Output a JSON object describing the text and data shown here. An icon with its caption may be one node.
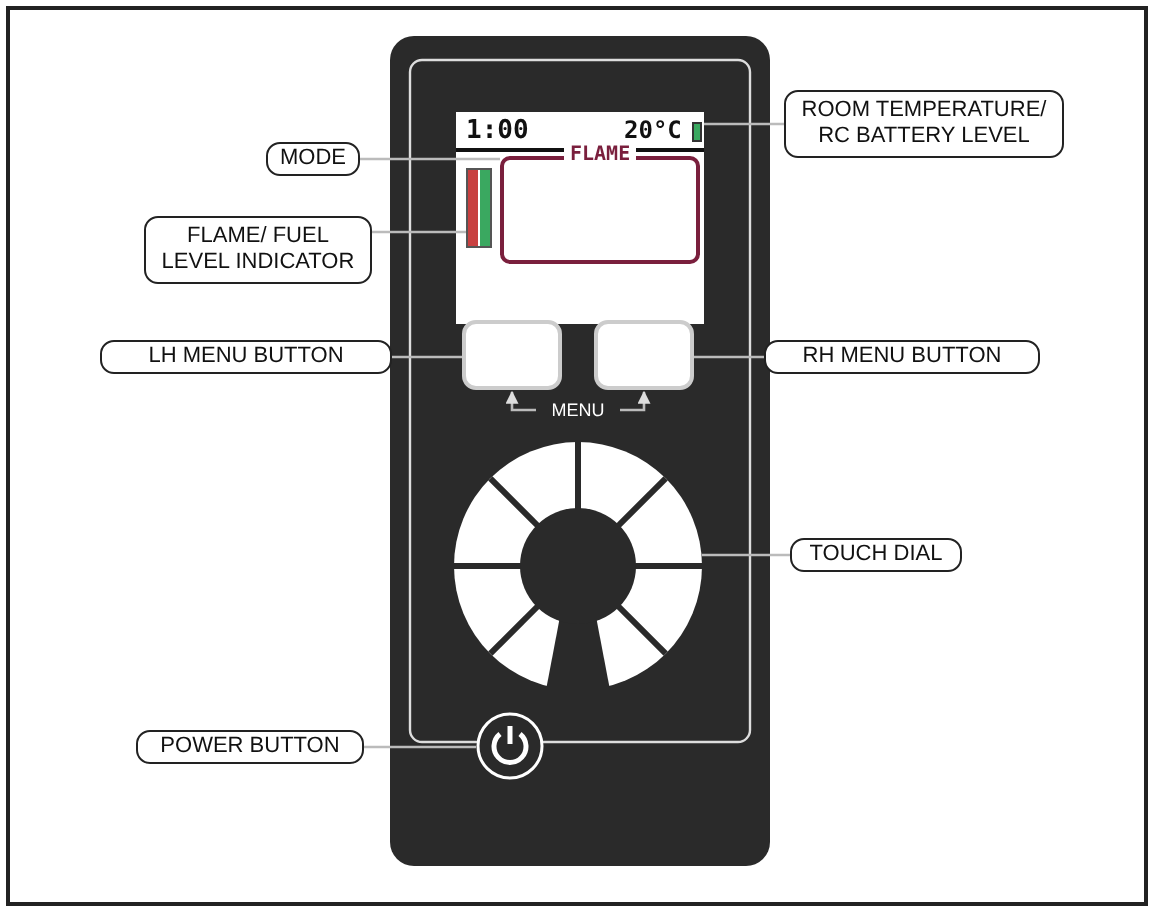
{
  "diagram": {
    "nodes": [
      {
        "text": [
          "ROOM TEMPERATURE/ RC BATTERY LEVEL"
        ]
      },
      {
        "text": [
          "MODE"
        ]
      },
      {
        "text": [
          "FLAME/ FUEL LEVEL INDICATOR"
        ]
      },
      {
        "text": [
          "LH MENU BUTTON"
        ]
      },
      {
        "text": [
          "RH MENU BUTTON"
        ]
      },
      {
        "text": [
          "TOUCH DIAL"
        ]
      },
      {
        "text": [
          "POWER BUTTON"
        ]
      },
      {
        "text": [
          "20°C"
        ]
      },
      {
        "text": [
          "FLAME"
        ]
      },
      {
        "text": [],
        "shape": "bar"
      },
      {
        "text": [],
        "shape": "box"
      },
      {
        "text": [],
        "shape": "box"
      },
      {
        "text": [],
        "shape": "circle"
      },
      {
        "text": [],
        "shape": "circle"
      },
      {
        "text": [
          "MENU"
        ]
      }
    ],
    "edges": [
      {
        "from": 0,
        "to": 7,
        "arrow": "none"
      },
      {
        "from": 1,
        "to": 8,
        "arrow": "none"
      },
      {
        "from": 2,
        "to": 9,
        "arrow": "none"
      },
      {
        "from": 3,
        "to": 10,
        "arrow": "none"
      },
      {
        "from": 4,
        "to": 11,
        "arrow": "none"
      },
      {
        "from": 5,
        "to": 12,
        "arrow": "none"
      },
      {
        "from": 6,
        "to": 13,
        "arrow": "none"
      },
      {
        "from": 14,
        "to": 10,
        "arrow": "to"
      },
      {
        "from": 14,
        "to": 11,
        "arrow": "to"
      }
    ],
    "labels": [
      "1:00"
    ]
  }
}
